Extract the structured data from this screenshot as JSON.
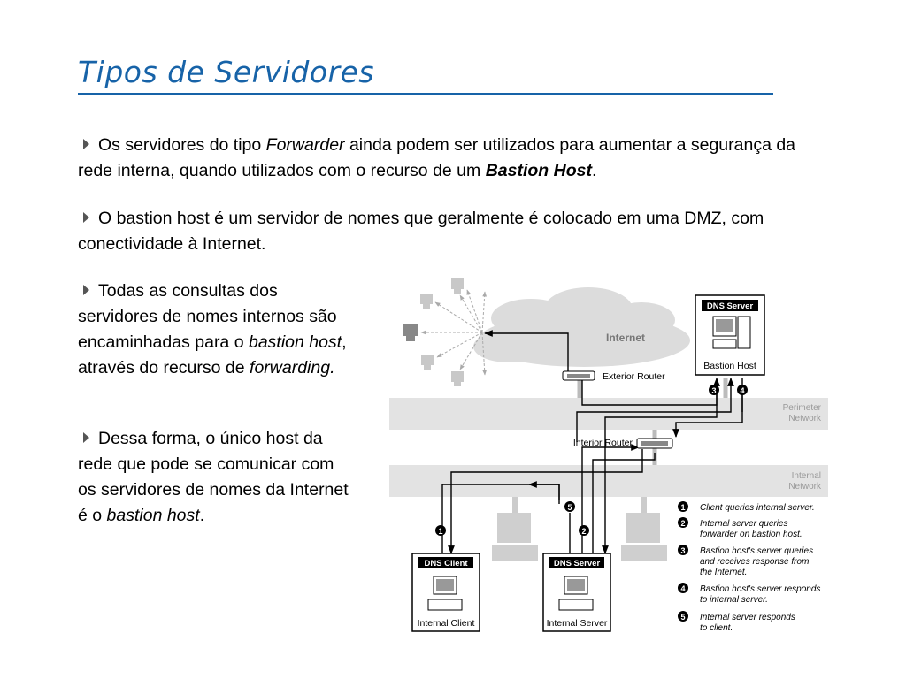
{
  "slide": {
    "title": "Tipos de Servidores",
    "p1": {
      "t1": "Os servidores do tipo ",
      "t2": "Forwarder",
      "t3": " ainda podem ser utilizados para aumentar a segurança da rede interna, quando utilizados com o recurso de um ",
      "t4": "Bastion Host",
      "t5": "."
    },
    "p2": {
      "t1": "O bastion host é um servidor de nomes que geralmente é colocado em uma DMZ, com conectividade à Internet."
    },
    "p3": {
      "t1": "Todas as consultas dos servidores de nomes internos são encaminhadas para o ",
      "t2": "bastion host",
      "t3": ", através do recurso de ",
      "t4": "forwarding."
    },
    "p4": {
      "t1": "Dessa forma, o único host da rede que pode se comunicar com os servidores de nomes da Internet é o ",
      "t2": "bastion host",
      "t3": "."
    }
  },
  "diagram": {
    "internet_label": "Internet",
    "dns_server_top": "DNS Server",
    "bastion_host": "Bastion Host",
    "exterior_router": "Exterior Router",
    "interior_router": "Interior Router",
    "perimeter_1": "Perimeter",
    "perimeter_2": "Network",
    "internal_1": "Internal",
    "internal_2": "Network",
    "dns_client": "DNS Client",
    "internal_client": "Internal Client",
    "dns_server_bottom": "DNS Server",
    "internal_server": "Internal Server",
    "step_1": "1",
    "step_2": "2",
    "step_3": "3",
    "step_4": "4",
    "step_5": "5",
    "legend": {
      "l1a": "Client queries internal server.",
      "l2a": "Internal server queries",
      "l2b": "forwarder on bastion host.",
      "l3a": "Bastion host's server queries",
      "l3b": "and receives response from",
      "l3c": "the Internet.",
      "l4a": "Bastion host's server responds",
      "l4b": "to internal server.",
      "l5a": "Internal server responds",
      "l5b": "to client."
    }
  }
}
